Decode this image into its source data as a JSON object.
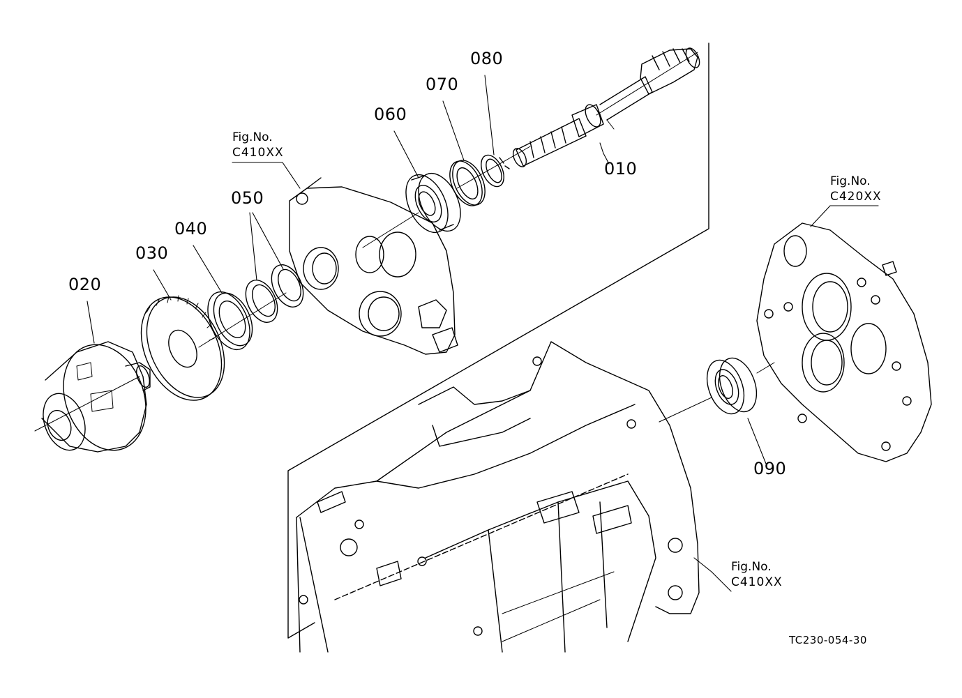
{
  "parts": [
    {
      "id": "p010",
      "label": "010"
    },
    {
      "id": "p020",
      "label": "020"
    },
    {
      "id": "p030",
      "label": "030"
    },
    {
      "id": "p040",
      "label": "040"
    },
    {
      "id": "p050",
      "label": "050"
    },
    {
      "id": "p060",
      "label": "060"
    },
    {
      "id": "p070",
      "label": "070"
    },
    {
      "id": "p080",
      "label": "080"
    },
    {
      "id": "p090",
      "label": "090"
    }
  ],
  "figure_refs": [
    {
      "title": "Fig.No.",
      "code": "C410XX"
    },
    {
      "title": "Fig.No.",
      "code": "C420XX"
    },
    {
      "title": "Fig.No.",
      "code": "C410XX"
    }
  ],
  "drawing_code": "TC230-054-30"
}
